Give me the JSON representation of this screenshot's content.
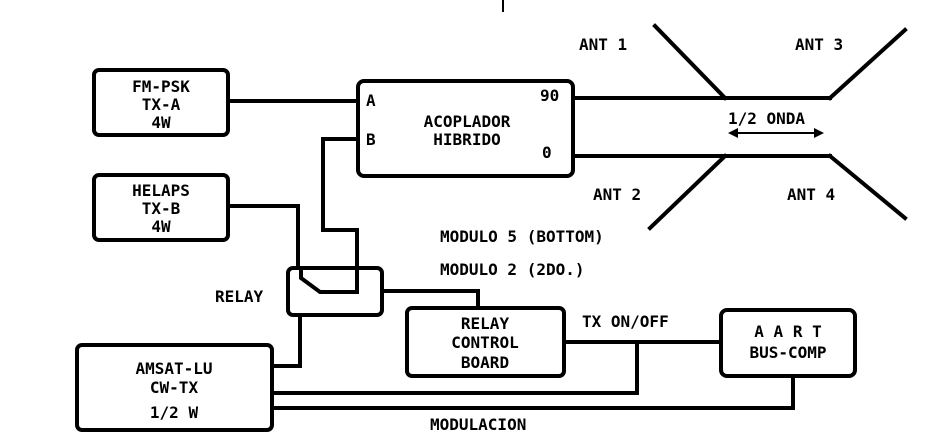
{
  "blocks": {
    "fm_psk": {
      "line1": "FM-PSK",
      "line2": "TX-A",
      "line3": "4W"
    },
    "helaps": {
      "line1": "HELAPS",
      "line2": "TX-B",
      "line3": "4W"
    },
    "amsat": {
      "line1": "AMSAT-LU",
      "line2": "CW-TX",
      "line3": "1/2 W"
    },
    "coupler": {
      "line1": "ACOPLADOR",
      "line2": "HIBRIDO",
      "port_a": "A",
      "port_b": "B",
      "port_90": "90",
      "port_0": "0"
    },
    "relay_control": {
      "line1": "RELAY",
      "line2": "CONTROL",
      "line3": "BOARD"
    },
    "aart": {
      "line1": "A A R T",
      "line2": "BUS-COMP"
    }
  },
  "labels": {
    "relay": "RELAY",
    "modulo5": "MODULO 5 (BOTTOM)",
    "modulo2": "MODULO 2 (2DO.)",
    "tx_onoff": "TX ON/OFF",
    "modulacion": "MODULACION",
    "half_wave": "1/2 ONDA"
  },
  "antennas": {
    "ant1": "ANT 1",
    "ant2": "ANT 2",
    "ant3": "ANT 3",
    "ant4": "ANT 4"
  }
}
